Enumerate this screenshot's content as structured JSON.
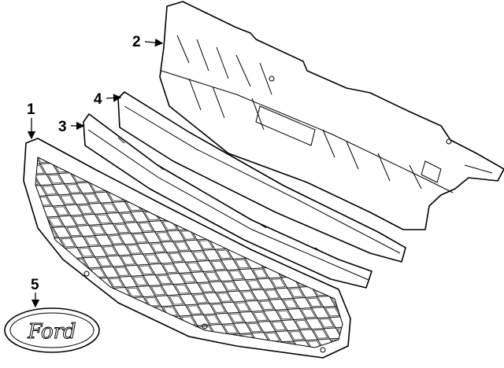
{
  "diagram": {
    "callouts": [
      {
        "id": "1",
        "label": "1",
        "part": "grille"
      },
      {
        "id": "2",
        "label": "2",
        "part": "grille-reinforcement"
      },
      {
        "id": "3",
        "label": "3",
        "part": "lower-molding"
      },
      {
        "id": "4",
        "label": "4",
        "part": "upper-molding"
      },
      {
        "id": "5",
        "label": "5",
        "part": "emblem"
      }
    ],
    "emblem_text": "Ford",
    "colors": {
      "line": "#000000",
      "background": "#ffffff"
    }
  }
}
